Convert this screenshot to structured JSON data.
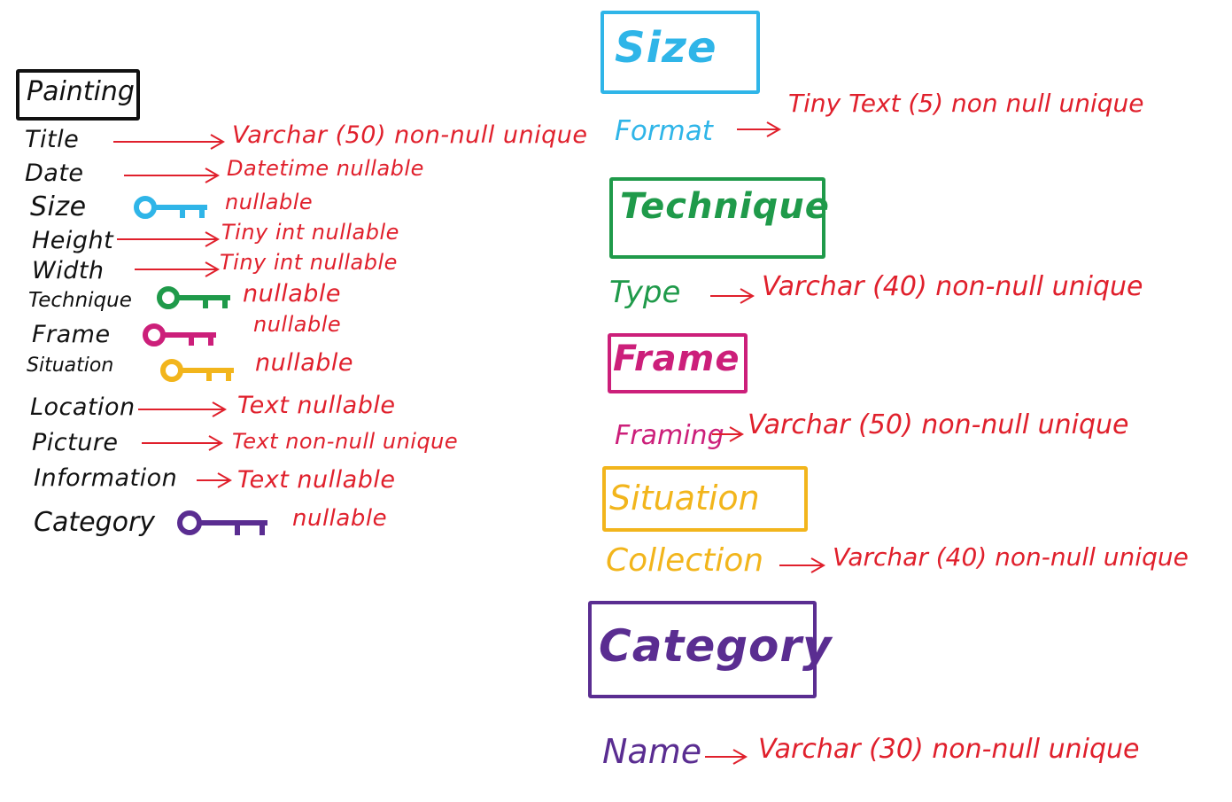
{
  "colors": {
    "label": "#111111",
    "type": "#e0202c",
    "size": "#2fb5e8",
    "technique": "#1f9a4a",
    "frame": "#cc1f7a",
    "situation": "#f2b51c",
    "category": "#5a2d91"
  },
  "painting": {
    "title": "Painting",
    "fields": [
      {
        "label": "Title",
        "type": "Varchar (50) non-null unique",
        "connector": "arrow"
      },
      {
        "label": "Date",
        "type": "Datetime nullable",
        "connector": "arrow"
      },
      {
        "label": "Size",
        "type": "nullable",
        "connector": "key-icon",
        "key_color": "size"
      },
      {
        "label": "Height",
        "type": "Tiny int nullable",
        "connector": "arrow"
      },
      {
        "label": "Width",
        "type": "Tiny int nullable",
        "connector": "arrow"
      },
      {
        "label": "Technique",
        "type": "nullable",
        "connector": "key-icon",
        "key_color": "technique"
      },
      {
        "label": "Frame",
        "type": "nullable",
        "connector": "key-icon",
        "key_color": "frame"
      },
      {
        "label": "Situation",
        "type": "nullable",
        "connector": "key-icon",
        "key_color": "situation"
      },
      {
        "label": "Location",
        "type": "Text nullable",
        "connector": "arrow"
      },
      {
        "label": "Picture",
        "type": "Text non-null unique",
        "connector": "arrow"
      },
      {
        "label": "Information",
        "type": "Text nullable",
        "connector": "arrow"
      },
      {
        "label": "Category",
        "type": "nullable",
        "connector": "key-icon",
        "key_color": "category"
      }
    ]
  },
  "tables": [
    {
      "title": "Size",
      "field": "Format",
      "type": "Tiny Text (5) non null unique",
      "color": "size"
    },
    {
      "title": "Technique",
      "field": "Type",
      "type": "Varchar (40) non-null unique",
      "color": "technique"
    },
    {
      "title": "Frame",
      "field": "Framing",
      "type": "Varchar (50) non-null unique",
      "color": "frame"
    },
    {
      "title": "Situation",
      "field": "Collection",
      "type": "Varchar (40) non-null unique",
      "color": "situation"
    },
    {
      "title": "Category",
      "field": "Name",
      "type": "Varchar (30) non-null unique",
      "color": "category"
    }
  ]
}
